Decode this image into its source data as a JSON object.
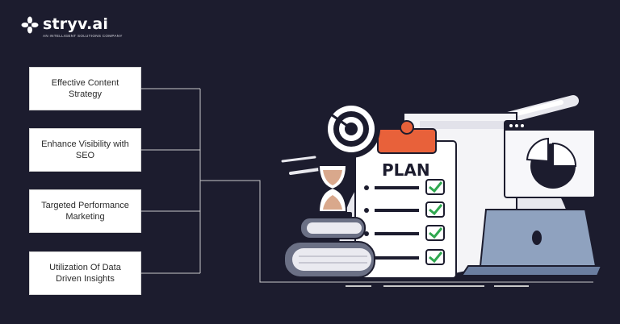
{
  "brand": {
    "name": "stryv.ai",
    "tagline": "AN INTELLIGENT SOLUTIONS COMPANY"
  },
  "items": [
    {
      "label": "Effective Content Strategy"
    },
    {
      "label": "Enhance Visibility with SEO"
    },
    {
      "label": "Targeted Performance Marketing"
    },
    {
      "label": "Utilization Of Data Driven Insights"
    }
  ],
  "illustration": {
    "clipboard_title": "PLAN",
    "icons": [
      "target-icon",
      "hourglass-icon",
      "books-icon",
      "clipboard-icon",
      "pie-chart-icon",
      "laptop-icon"
    ]
  },
  "colors": {
    "background": "#1c1c2e",
    "accent_orange": "#e8613a",
    "check_green": "#2fa84f",
    "line": "#c9c9c9"
  }
}
